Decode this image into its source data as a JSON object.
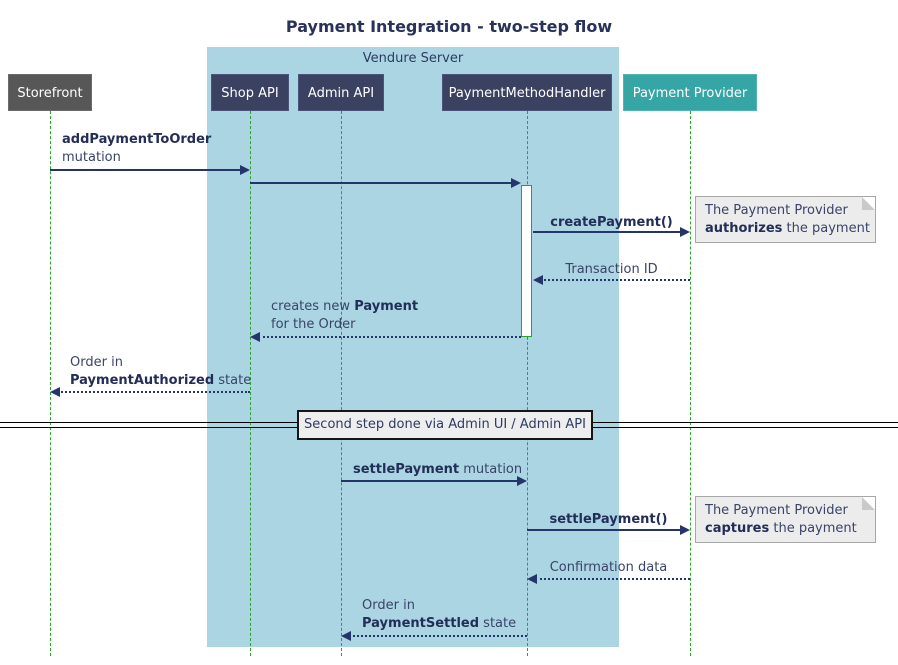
{
  "title": "Payment Integration - two-step flow",
  "server_box": {
    "label": "Vendure Server"
  },
  "participants": {
    "storefront": "Storefront",
    "shop_api": "Shop API",
    "admin_api": "Admin API",
    "handler": "PaymentMethodHandler",
    "provider": "Payment Provider"
  },
  "messages": {
    "add_payment_bold": "addPaymentToOrder",
    "add_payment_rest": "mutation",
    "create_payment": "createPayment()",
    "transaction_id": "Transaction ID",
    "creates_new_pre": "creates new ",
    "creates_new_bold": "Payment",
    "creates_new_line2": "for the Order",
    "order_in_1": "Order in",
    "authorized_bold": "PaymentAuthorized",
    "authorized_rest": " state",
    "settle_mutation_bold": "settlePayment",
    "settle_mutation_rest": " mutation",
    "settle_call": "settlePayment()",
    "confirmation": "Confirmation data",
    "order_in_2": "Order in",
    "settled_bold": "PaymentSettled",
    "settled_rest": " state"
  },
  "divider": {
    "label": "Second step done via Admin UI / Admin API"
  },
  "notes": {
    "authorize_line1": "The Payment Provider",
    "authorize_bold": "authorizes",
    "authorize_rest": " the payment",
    "capture_line1": "The Payment Provider",
    "capture_bold": "captures",
    "capture_rest": " the payment"
  },
  "colors": {
    "server_box_fill": "#ABD5E3",
    "participant_navy": "#3B4160",
    "participant_gray": "#575757",
    "participant_teal": "#36A5A6",
    "lifeline_green": "#2BA32B",
    "arrow_navy": "#24356B",
    "text_navy": "#2E3A62",
    "note_fill": "#ECECEC",
    "divider_fill": "#EEEEEE"
  }
}
